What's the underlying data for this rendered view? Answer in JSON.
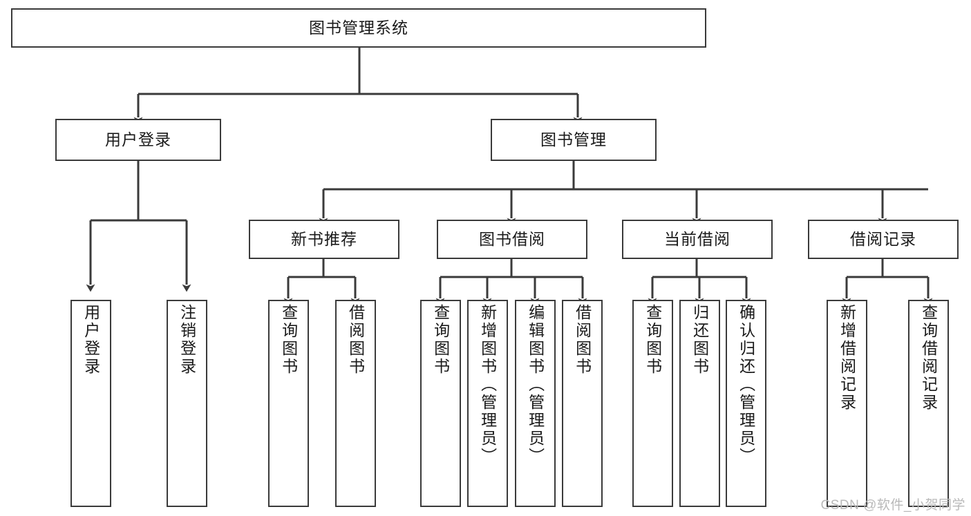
{
  "diagram": {
    "title": "图书管理系统",
    "type": "hierarchy-tree",
    "colors": {
      "box_stroke": "#3a3a3a",
      "box_fill": "#ffffff",
      "connector": "#3a3a3a",
      "text": "#1a1a1a",
      "watermark": "#b9b9b9",
      "background": "#ffffff"
    },
    "root": {
      "id": "root",
      "label": "图书管理系统"
    },
    "level2": [
      {
        "id": "user-login",
        "label": "用户登录"
      },
      {
        "id": "book-management",
        "label": "图书管理"
      }
    ],
    "level3": [
      {
        "id": "new-book-recommend",
        "label": "新书推荐",
        "parent": "book-management"
      },
      {
        "id": "book-borrow",
        "label": "图书借阅",
        "parent": "book-management"
      },
      {
        "id": "current-borrow",
        "label": "当前借阅",
        "parent": "book-management"
      },
      {
        "id": "borrow-record",
        "label": "借阅记录",
        "parent": "book-management"
      }
    ],
    "leaves": {
      "user-login": [
        {
          "id": "leaf-user-login",
          "label": "用户登录"
        },
        {
          "id": "leaf-user-logout",
          "label": "注销登录"
        }
      ],
      "new-book-recommend": [
        {
          "id": "leaf-query-book-1",
          "label": "查询图书"
        },
        {
          "id": "leaf-borrow-book-1",
          "label": "借阅图书"
        }
      ],
      "book-borrow": [
        {
          "id": "leaf-query-book-2",
          "label": "查询图书"
        },
        {
          "id": "leaf-add-book",
          "label": "新增图书（管理员）"
        },
        {
          "id": "leaf-edit-book",
          "label": "编辑图书（管理员）"
        },
        {
          "id": "leaf-borrow-book-2",
          "label": "借阅图书"
        }
      ],
      "current-borrow": [
        {
          "id": "leaf-query-book-3",
          "label": "查询图书"
        },
        {
          "id": "leaf-return-book",
          "label": "归还图书"
        },
        {
          "id": "leaf-confirm-return",
          "label": "确认归还（管理员）"
        }
      ],
      "borrow-record": [
        {
          "id": "leaf-add-record",
          "label": "新增借阅记录"
        },
        {
          "id": "leaf-query-record",
          "label": "查询借阅记录"
        }
      ]
    }
  },
  "watermark": {
    "text": "CSDN @软件_小贺同学"
  }
}
